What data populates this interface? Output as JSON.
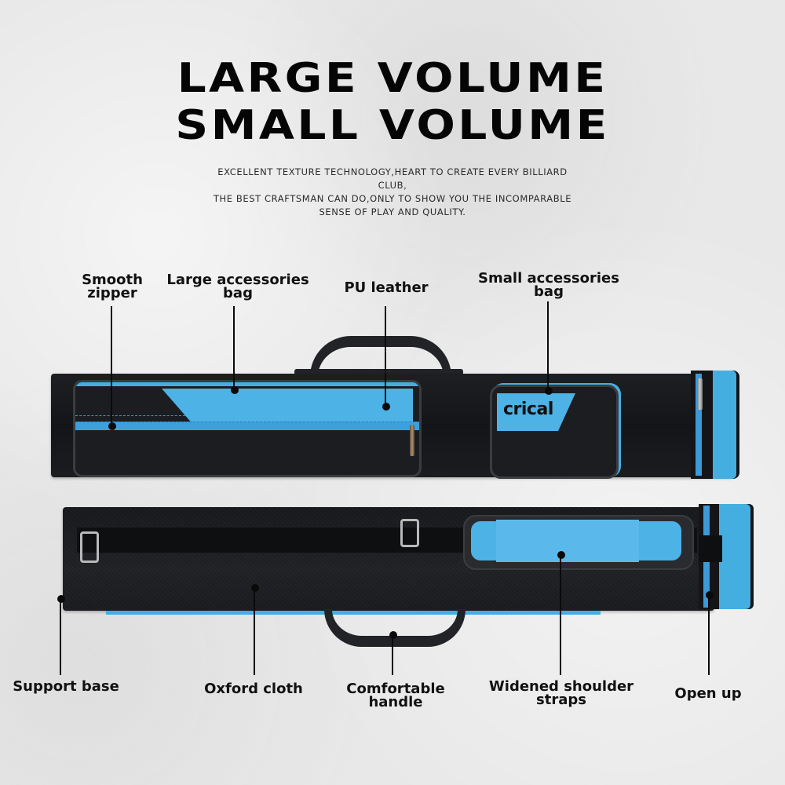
{
  "headline": {
    "line1": "LARGE VOLUME",
    "line2": "SMALL VOLUME"
  },
  "subtitle": {
    "line1": "EXCELLENT TEXTURE TECHNOLOGY,HEART TO CREATE EVERY BILLIARD",
    "line2": "CLUB,",
    "line3": "THE BEST CRAFTSMAN CAN DO,ONLY TO SHOW YOU THE INCOMPARABLE",
    "line4": "SENSE OF PLAY AND QUALITY."
  },
  "product": {
    "brand": "crical",
    "colors": {
      "accent_blue": "#4db2e6",
      "body_black": "#17181b",
      "background": "#e8e8e8"
    }
  },
  "callouts_top": [
    {
      "line1": "Smooth",
      "line2": "zipper"
    },
    {
      "line1": "Large accessories",
      "line2": "bag"
    },
    {
      "line1": "PU leather",
      "line2": ""
    },
    {
      "line1": "Small accessories",
      "line2": "bag"
    }
  ],
  "callouts_bottom": [
    {
      "line1": "Support base",
      "line2": ""
    },
    {
      "line1": "Oxford cloth",
      "line2": ""
    },
    {
      "line1": "Comfortable",
      "line2": "handle"
    },
    {
      "line1": "Widened shoulder",
      "line2": "straps"
    },
    {
      "line1": "Open up",
      "line2": ""
    }
  ]
}
